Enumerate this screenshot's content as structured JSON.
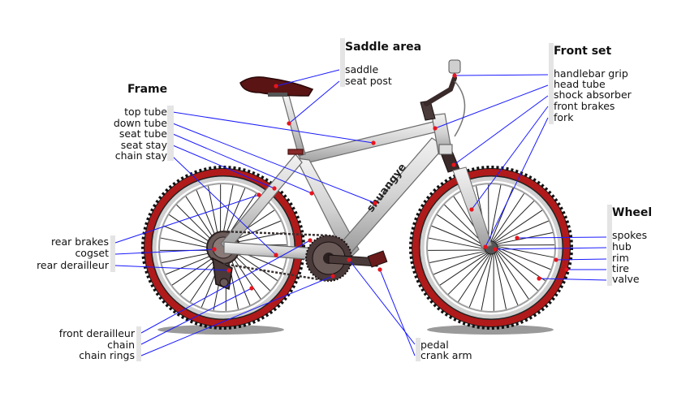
{
  "brand": "shuangye",
  "colors": {
    "leader": "#1a1aff",
    "dot": "#e8141c",
    "tire_red": "#b01a1a",
    "frame": "#dcdcdc"
  },
  "groups": [
    {
      "id": "frame",
      "title": "Frame",
      "labels": [
        "top tube",
        "down tube",
        "seat tube",
        "seat stay",
        "chain stay"
      ]
    },
    {
      "id": "saddle",
      "title": "Saddle area",
      "labels": [
        "saddle",
        "seat post"
      ]
    },
    {
      "id": "front",
      "title": "Front set",
      "labels": [
        "handlebar grip",
        "head tube",
        "shock absorber",
        "front brakes",
        "fork"
      ]
    },
    {
      "id": "wheel",
      "title": "Wheel",
      "labels": [
        "spokes",
        "hub",
        "rim",
        "tire",
        "valve"
      ]
    },
    {
      "id": "drive_left",
      "title": "",
      "labels": [
        "rear brakes",
        "cogset",
        "rear derailleur"
      ]
    },
    {
      "id": "drive_bottom",
      "title": "",
      "labels": [
        "front derailleur",
        "chain",
        "chain rings"
      ]
    },
    {
      "id": "pedal",
      "title": "",
      "labels": [
        "pedal",
        "crank arm"
      ]
    }
  ]
}
